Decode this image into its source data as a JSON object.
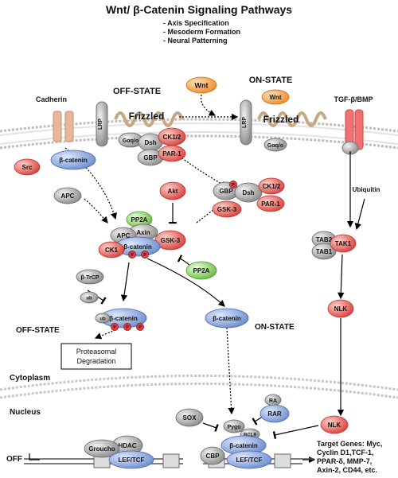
{
  "title": "Wnt/ β-Catenin Signaling Pathways",
  "roles": [
    "- Axis Specification",
    "- Mesoderm Formation",
    "- Neural Patterning"
  ],
  "states": {
    "off_top": "OFF-STATE",
    "on_top": "ON-STATE",
    "off_mid": "OFF-STATE",
    "on_mid": "ON-STATE"
  },
  "labels": {
    "cadherin": "Cadherin",
    "tgf": "TGF-β/BMP",
    "ubiquitin": "Ubiquitin",
    "cytoplasm": "Cytoplasm",
    "nucleus": "Nucleus",
    "degradation": [
      "Proteasomal",
      "Degradation"
    ],
    "off_gene": "OFF",
    "target_genes": [
      "Target Genes: Myc,",
      "Cyclin D1,TCF-1,",
      "PPAR-δ, MMP-7,",
      "Axin-2, CD44, etc."
    ]
  },
  "molecules": {
    "wnt": "Wnt",
    "lrp": "LRP",
    "frizzled": "Frizzled",
    "galpha": "Gαq/o",
    "dsh": "Dsh",
    "ck12": "CK1/2",
    "gbp": "GBP",
    "par1": "PAR-1",
    "src": "Src",
    "bcatenin": "β-catenin",
    "apc": "APC",
    "akt": "Akt",
    "gsk3": "GSK-3",
    "pp2a": "PP2A",
    "axin": "Axin",
    "ck1": "CK1",
    "btrcp": "β-TrCP",
    "ub": "ub",
    "tab2": "TAB2",
    "tab1": "TAB1",
    "tak1": "TAK1",
    "nlk": "NLK",
    "sox": "SOX",
    "ra": "RA",
    "rar": "RAR",
    "pygo": "Pygo",
    "bcl9": "BCL9",
    "cbp": "CBP",
    "lef": "LEF/TCF",
    "groucho": "Groucho",
    "hdac": "HDAC",
    "p": "P"
  },
  "colors": {
    "red": "#e05555",
    "blue": "#7d9bd6",
    "grey": "#a9a9a9",
    "green": "#8ad06a",
    "orange": "#f0a050",
    "membrane": "#c8c8c8"
  }
}
